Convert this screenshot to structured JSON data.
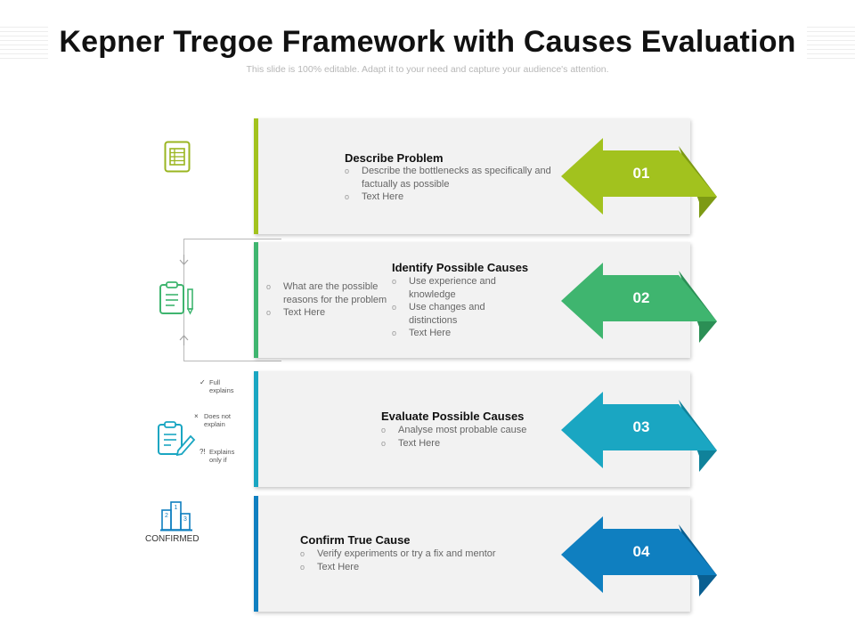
{
  "title": "Kepner Tregoe Framework with Causes Evaluation",
  "subtitle": "This slide is 100% editable. Adapt it to your need and capture your audience's attention.",
  "steps": [
    {
      "number": "01",
      "heading": "Describe Problem",
      "bullets": [
        "Describe the bottlenecks as specifically and factually as possible",
        "Text Here"
      ],
      "color": "#a2c21e",
      "icon": "spreadsheet-icon"
    },
    {
      "number": "02",
      "heading": "Identify Possible Causes",
      "bullets": [
        "Use experience and knowledge",
        "Use changes and distinctions",
        "Text Here"
      ],
      "side_bullets": [
        "What are the possible reasons for the problem",
        "Text Here"
      ],
      "color": "#3fb56f",
      "icon": "clipboard-pencil-icon"
    },
    {
      "number": "03",
      "heading": "Evaluate Possible Causes",
      "bullets": [
        "Analyse most probable cause",
        "Text Here"
      ],
      "color": "#1aa6c2",
      "icon": "clipboard-edit-icon",
      "legend": [
        {
          "mark": "✓",
          "label": "Full explains"
        },
        {
          "mark": "×",
          "label": "Does not explain"
        },
        {
          "mark": "?!",
          "label": "Explains only if"
        }
      ]
    },
    {
      "number": "04",
      "heading": "Confirm True Cause",
      "bullets": [
        "Verify experiments or try a fix and mentor",
        "Text Here"
      ],
      "color": "#0f7fc0",
      "icon": "podium-icon",
      "icon_label": "CONFIRMED",
      "podium_numbers": [
        "1",
        "2",
        "3"
      ]
    }
  ]
}
